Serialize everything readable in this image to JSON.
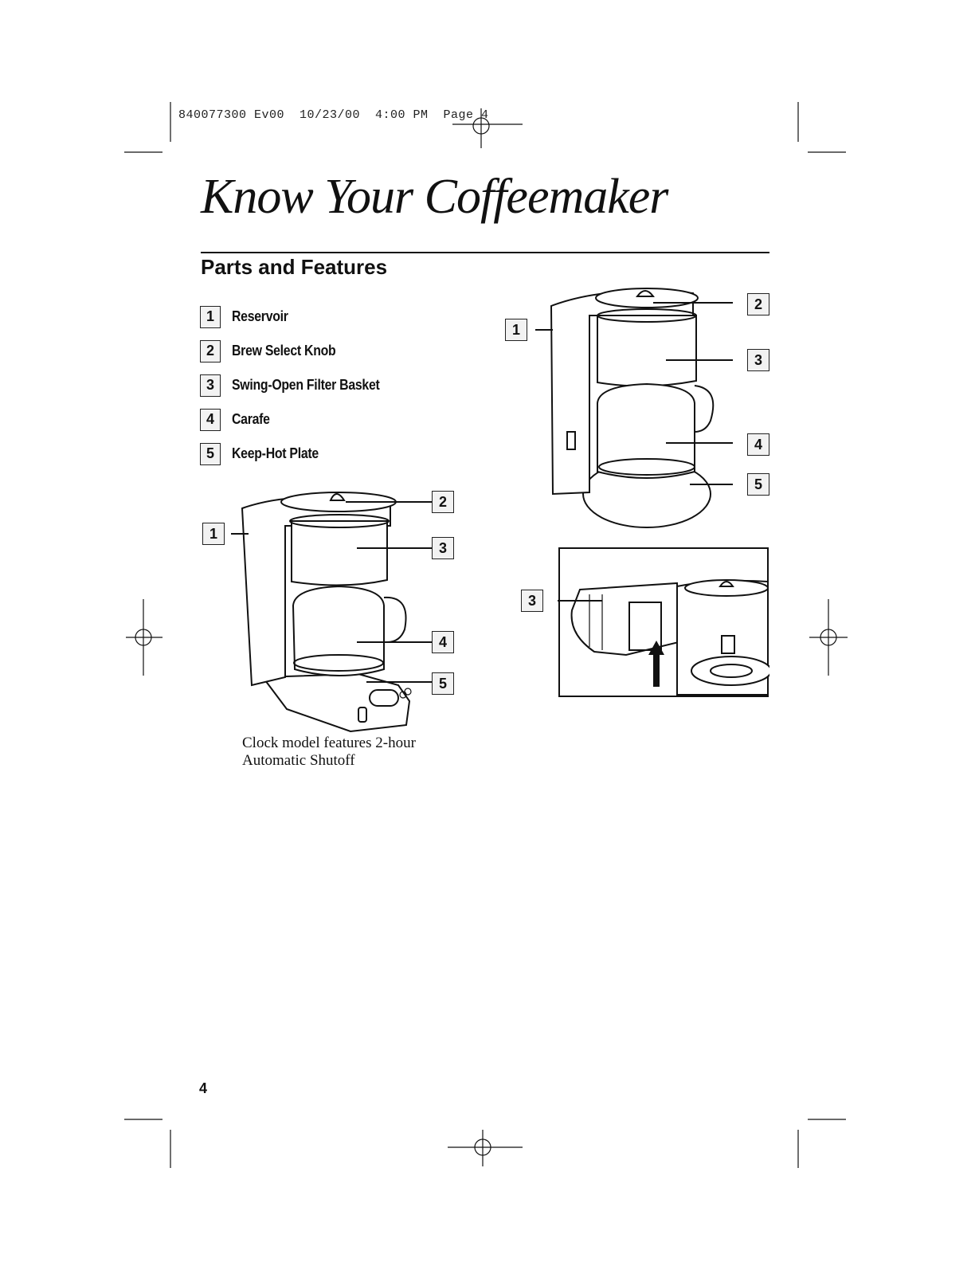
{
  "header": {
    "slug": "840077300 Ev00  10/23/00  4:00 PM  Page 4"
  },
  "page": {
    "title": "Know Your Coffeemaker",
    "subtitle": "Parts and Features",
    "page_number": "4"
  },
  "parts": [
    {
      "number": "1",
      "label": "Reservoir"
    },
    {
      "number": "2",
      "label": "Brew Select Knob"
    },
    {
      "number": "3",
      "label": "Swing-Open Filter Basket"
    },
    {
      "number": "4",
      "label": "Carafe"
    },
    {
      "number": "5",
      "label": "Keep-Hot Plate"
    }
  ],
  "figures": {
    "clock_model": {
      "caption_line1": "Clock model features 2-hour",
      "caption_line2": "Automatic Shutoff",
      "callouts": [
        "1",
        "2",
        "3",
        "4",
        "5"
      ]
    },
    "standard_model": {
      "callouts": [
        "1",
        "2",
        "3",
        "4",
        "5"
      ]
    },
    "filter_detail": {
      "callouts": [
        "3"
      ]
    }
  }
}
